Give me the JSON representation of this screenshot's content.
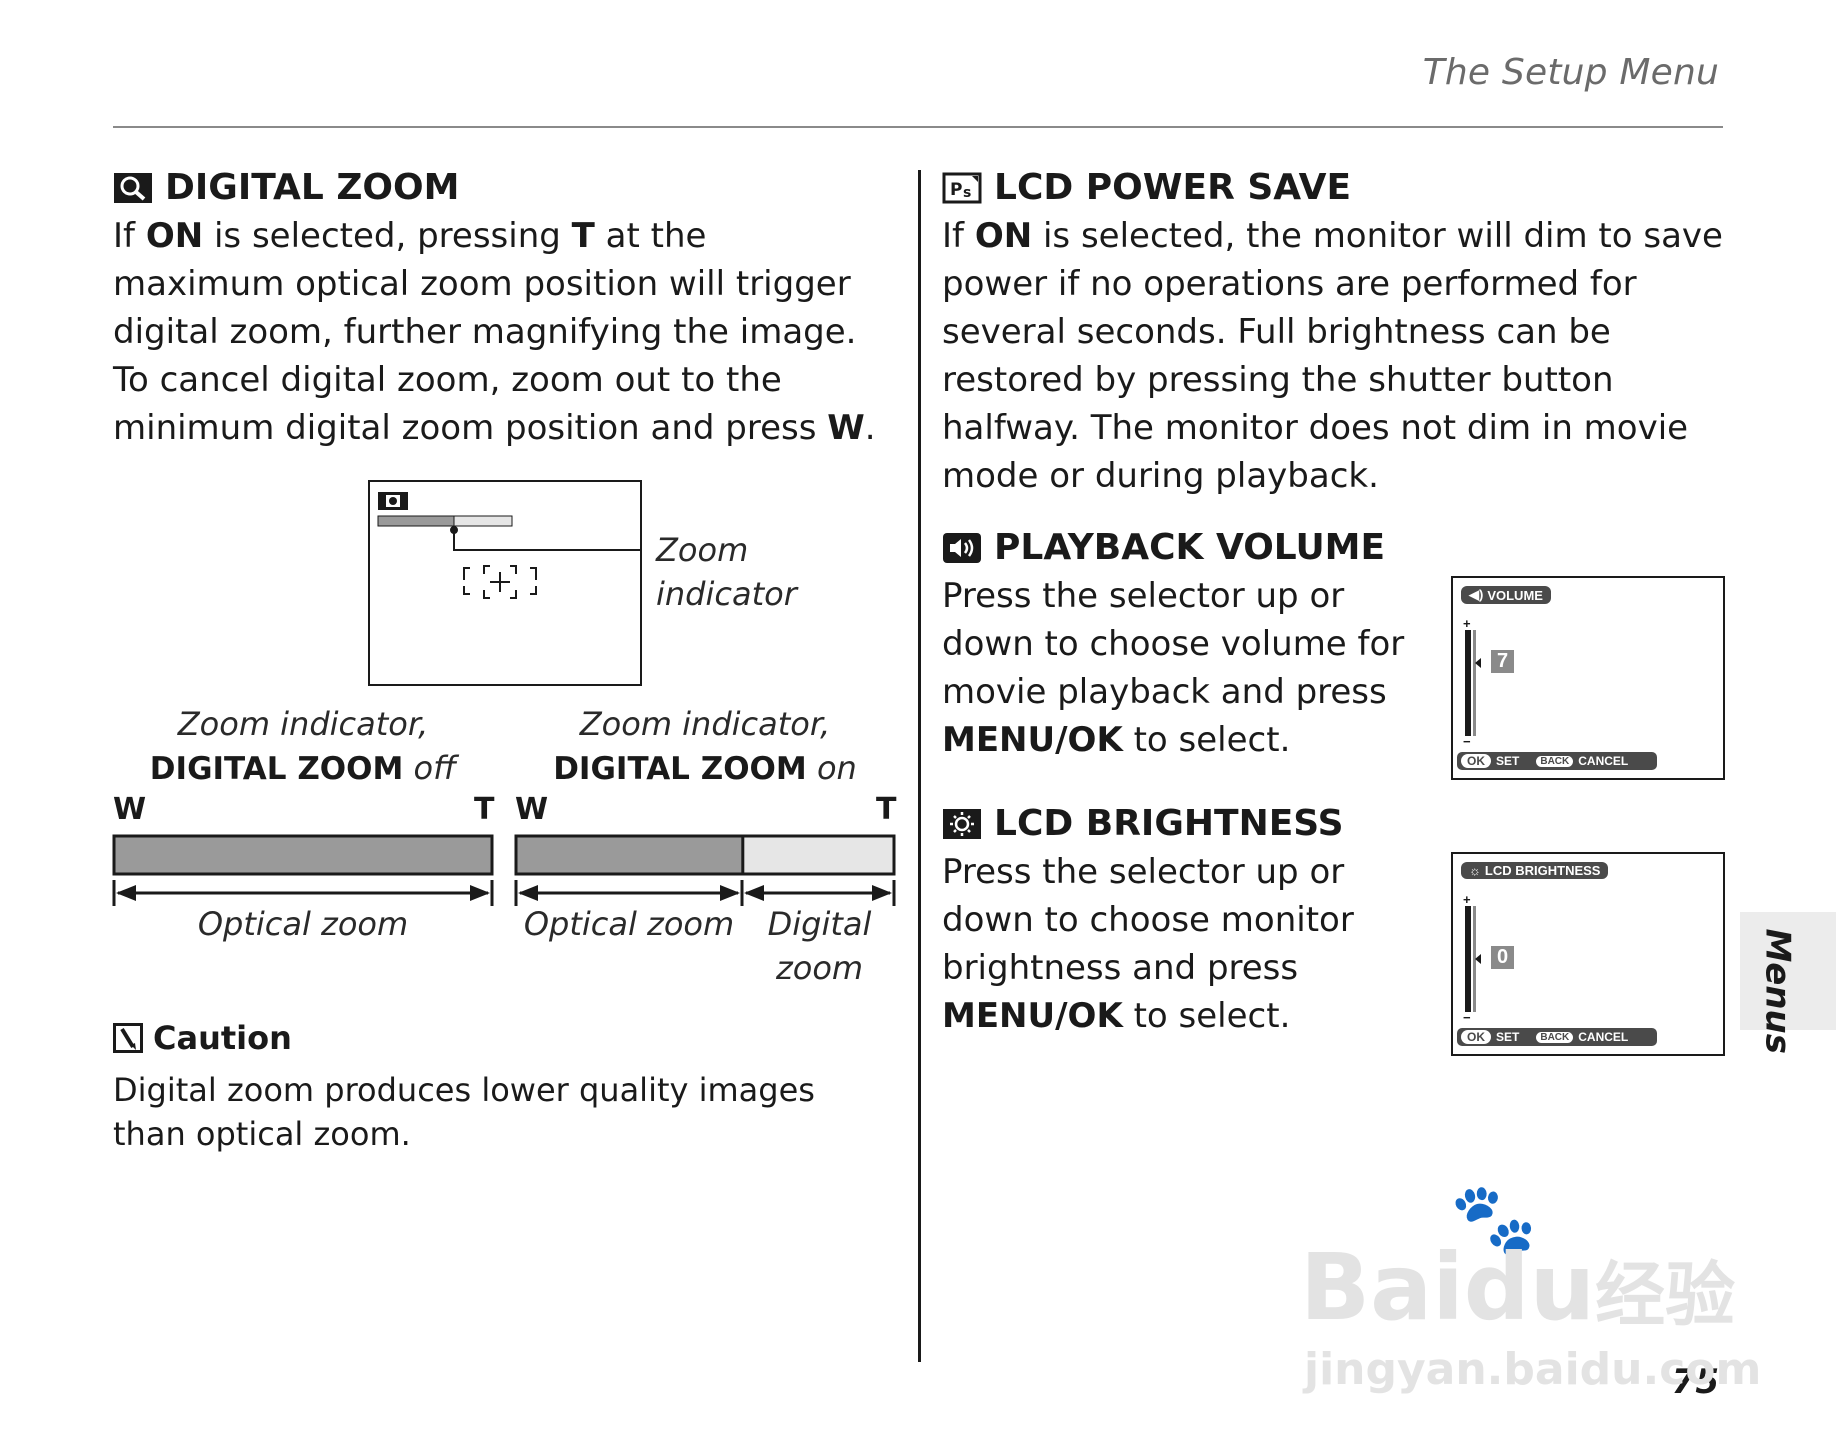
{
  "header": {
    "running_title": "The Setup Menu",
    "page_number": "75",
    "side_tab": "Menus"
  },
  "digital_zoom": {
    "icon": "magnifier-icon",
    "title": "DIGITAL ZOOM",
    "p1": "If ",
    "on": "ON",
    "p2": " is selected, pressing ",
    "t": "T",
    "p3": " at the maximum optical zoom position will trigger digital zoom, further magnifying the image.  To cancel digital zoom, zoom out to the minimum digital zoom position and press ",
    "w": "W",
    "p4": ".",
    "zoom_indicator_callout": "Zoom indicator",
    "off_caption_line1": "Zoom indicator,",
    "off_caption_bold": "DIGITAL ZOOM",
    "off_caption_tail": " off",
    "on_caption_line1": "Zoom indicator,",
    "on_caption_bold": "DIGITAL ZOOM",
    "on_caption_tail": " on",
    "w_label": "W",
    "t_label": "T",
    "optical_zoom": "Optical zoom",
    "digital_zoom_label": "Digital zoom",
    "optical_fraction_on": 0.6
  },
  "caution": {
    "icon": "caution-pencil-icon",
    "title": "Caution",
    "text": "Digital zoom produces lower quality images than optical zoom."
  },
  "lcd_power_save": {
    "icon": "power-save-icon",
    "title": "LCD POWER SAVE",
    "p1": "If ",
    "on": "ON",
    "p2": " is selected, the monitor will dim to save power if no operations are performed for several seconds.  Full brightness can be restored by pressing the shutter button halfway.  The monitor does not dim in movie mode or during playback."
  },
  "playback_volume": {
    "icon": "speaker-icon",
    "title": "PLAYBACK VOLUME",
    "p1": "Press the selector up or down to choose volume for movie playback and press ",
    "menu_ok": "MENU/OK",
    "p2": " to select.",
    "screen": {
      "label": "VOLUME",
      "value": "7",
      "plus": "+",
      "minus": "−",
      "ok": "OK",
      "set": "SET",
      "back": "BACK",
      "cancel": "CANCEL"
    }
  },
  "lcd_brightness": {
    "icon": "sun-icon",
    "title": "LCD BRIGHTNESS",
    "p1": "Press the selector up or down to choose monitor brightness and press ",
    "menu_ok": "MENU/OK",
    "p2": " to select.",
    "screen": {
      "label": "LCD BRIGHTNESS",
      "value": "0",
      "plus": "+",
      "minus": "−",
      "ok": "OK",
      "set": "SET",
      "back": "BACK",
      "cancel": "CANCEL"
    }
  },
  "watermark": {
    "brand": "Bai",
    "brand2": "du",
    "cn": "经验",
    "url": "jingyan.baidu.com"
  },
  "colors": {
    "bar_gray": "#9a9a9a",
    "bar_light": "#e6e6e6",
    "tab": "#ececec"
  }
}
